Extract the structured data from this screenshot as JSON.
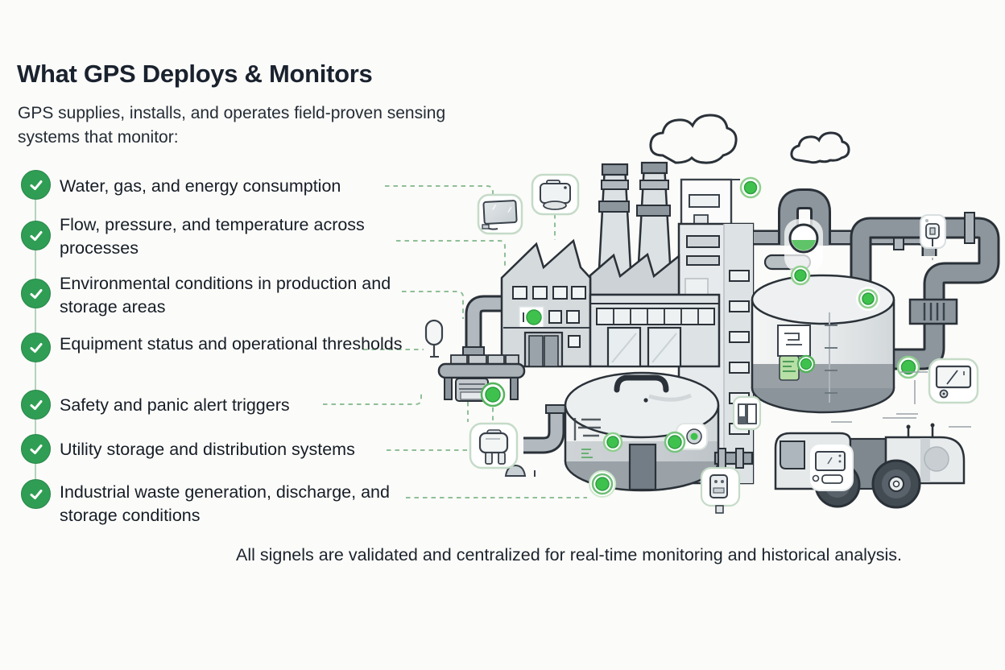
{
  "header": {
    "title": "What GPS Deploys & Monitors",
    "subtitle": "GPS supplies, installs, and operates field-proven sensing systems that monitor:"
  },
  "checklist": {
    "items": [
      {
        "label": "Water, gas, and energy consumption"
      },
      {
        "label": "Flow, pressure, and temperature across processes"
      },
      {
        "label": "Environmental conditions in production and storage areas"
      },
      {
        "label": "Equipment status and operational thresholds"
      },
      {
        "label": "Safety and panic alert triggers"
      },
      {
        "label": "Utility storage and distribution systems"
      },
      {
        "label": "Industrial waste generation, discharge, and storage conditions"
      }
    ]
  },
  "footer": {
    "caption": "All signels are validated and centralized for real-time monitoring and historical analysis."
  },
  "colors": {
    "check_green": "#2f9e54",
    "indicator_green": "#3fc24d",
    "dash_green": "#8fbf97",
    "outline": "#2a3138",
    "title_text": "#1a222e",
    "body_text": "#161d26",
    "background": "#fbfbf9"
  },
  "illustration": {
    "sensor_icons": [
      "monitor-sensor-icon",
      "camera-sensor-icon",
      "pole-sensor-icon",
      "wall-sensor-icon",
      "panel-sensor-icon",
      "device-sensor-icon",
      "hanging-sensor-icon",
      "gauge-sensor-icon",
      "truck-display-icon",
      "pressure-gauge-icon",
      "indicator-dot-icon",
      "check-icon"
    ],
    "scene_elements": [
      "cloud",
      "factory",
      "smokestacks",
      "storage-tank",
      "round-tank",
      "tanker-truck",
      "conveyor",
      "pipes"
    ]
  }
}
